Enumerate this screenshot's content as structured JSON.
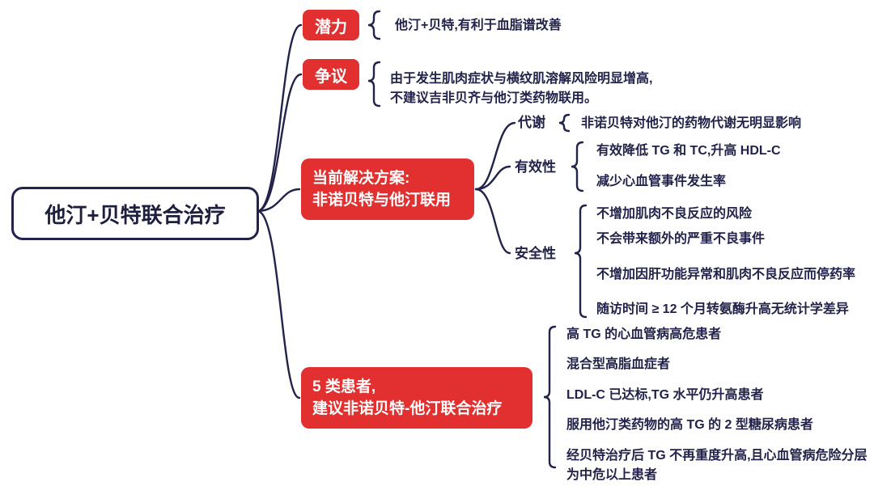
{
  "colors": {
    "topic_red": "#e23030",
    "text_navy": "#22224a"
  },
  "root": {
    "label": "他汀+贝特联合治疗"
  },
  "potential": {
    "label": "潜力",
    "item": "他汀+贝特,有利于血脂谱改善"
  },
  "controversy": {
    "label": "争议",
    "lines": [
      "由于发生肌肉症状与横纹肌溶解风险明显增高,",
      "不建议吉非贝齐与他汀类药物联用。"
    ]
  },
  "solution": {
    "title_line1": "当前解决方案:",
    "title_line2": "非诺贝特与他汀联用",
    "children": {
      "metabolism": {
        "label": "代谢",
        "item": "非诺贝特对他汀的药物代谢无明显影响"
      },
      "efficacy": {
        "label": "有效性",
        "items": [
          "有效降低 TG 和 TC,升高 HDL-C",
          "减少心血管事件发生率"
        ]
      },
      "safety": {
        "label": "安全性",
        "items": [
          "不增加肌肉不良反应的风险",
          "不会带来额外的严重不良事件",
          "不增加因肝功能异常和肌肉不良反应而停药率",
          "随访时间 ≥ 12 个月转氨酶升高无统计学差异"
        ]
      }
    }
  },
  "patients": {
    "title_line1": "5 类患者,",
    "title_line2": "建议非诺贝特-他汀联合治疗",
    "items": [
      "高 TG 的心血管病高危患者",
      "混合型高脂血症者",
      "LDL-C 已达标,TG 水平仍升高患者",
      "服用他汀类药物的高 TG 的 2 型糖尿病患者",
      "经贝特治疗后 TG 不再重度升高,且心血管病危险分层为中危以上患者"
    ]
  }
}
